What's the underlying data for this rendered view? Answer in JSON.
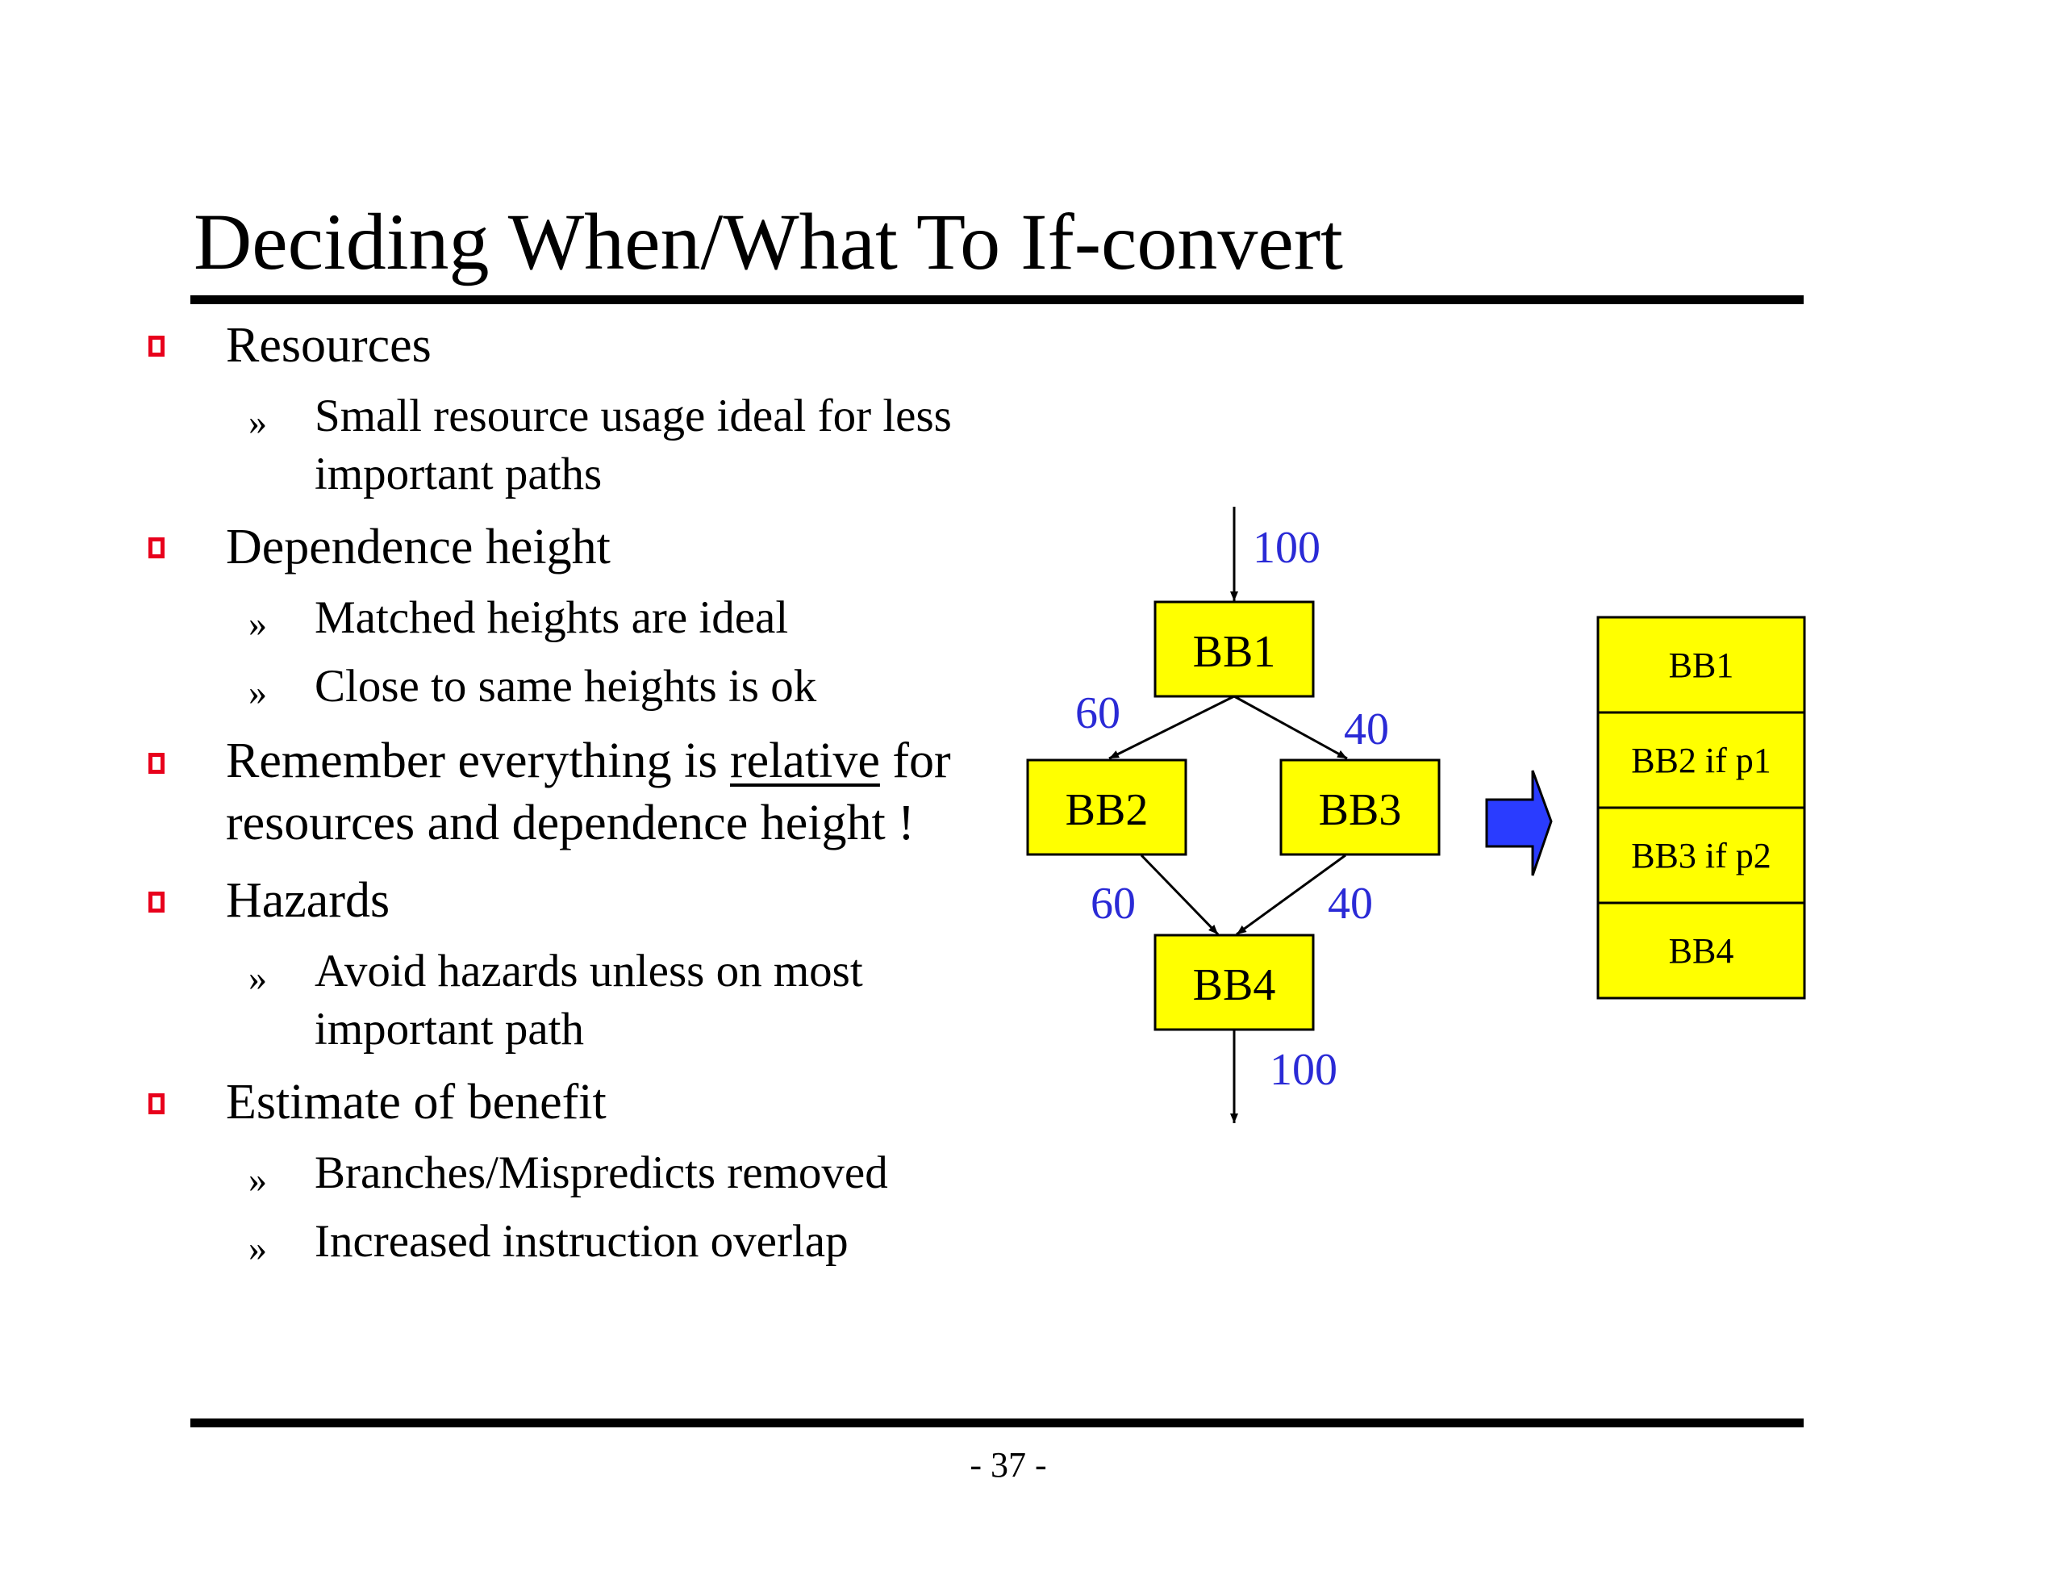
{
  "slide": {
    "title": "Deciding When/What To If-convert",
    "page_number": "- 37 -"
  },
  "bullets": [
    {
      "text": "Resources",
      "subs": [
        {
          "line1": "Small resource usage ideal for less",
          "line2": "important paths"
        }
      ]
    },
    {
      "text": "Dependence height",
      "subs": [
        {
          "line1": "Matched heights are ideal"
        },
        {
          "line1": "Close to same heights is ok"
        }
      ]
    },
    {
      "text_before": "Remember everything is ",
      "text_underlined": "relative",
      "text_after": " for",
      "text_line2": "resources and dependence height !"
    },
    {
      "text": "Hazards",
      "subs": [
        {
          "line1": "Avoid hazards unless on most",
          "line2": "important path"
        }
      ]
    },
    {
      "text": "Estimate of benefit",
      "subs": [
        {
          "line1": "Branches/Mispredicts removed"
        },
        {
          "line1": "Increased instruction overlap"
        }
      ]
    }
  ],
  "sub_marker": "»",
  "cfg": {
    "blocks": [
      "BB1",
      "BB2",
      "BB3",
      "BB4"
    ],
    "edge_weights": {
      "in": "100",
      "bb1_bb2": "60",
      "bb1_bb3": "40",
      "bb2_bb4": "60",
      "bb3_bb4": "40",
      "out": "100"
    }
  },
  "converted": {
    "rows": [
      "BB1",
      "BB2 if p1",
      "BB3 if p2",
      "BB4"
    ]
  },
  "colors": {
    "block_fill": "#ffff00",
    "weight_text": "#2a2ad6",
    "arrow_fill": "#2a3cff",
    "bullet_box": "#e8001c"
  }
}
